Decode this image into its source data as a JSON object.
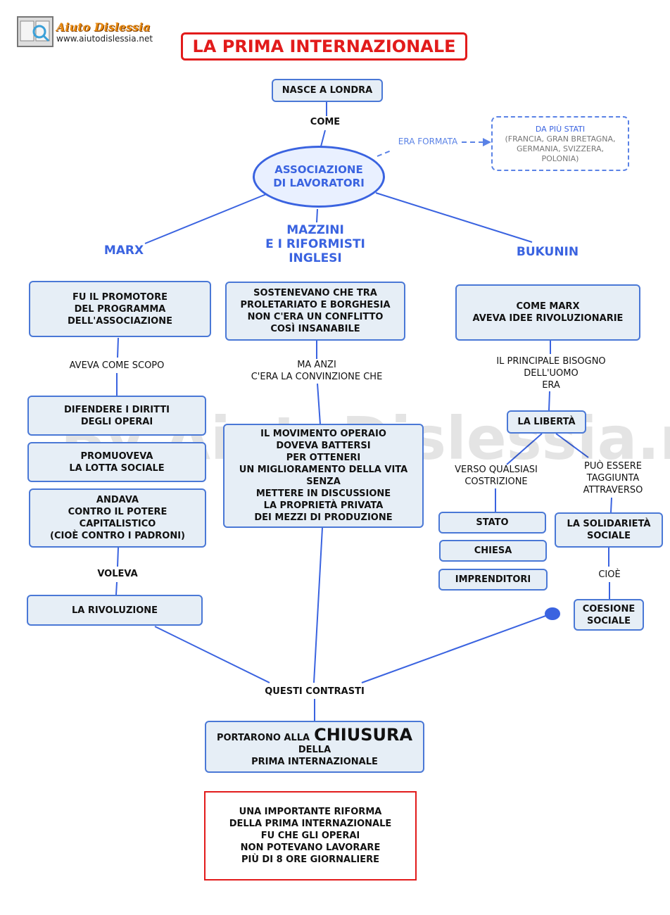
{
  "logo": {
    "name": "Aiuto Dislessia",
    "url": "www.aiutodislessia.net"
  },
  "title": "LA PRIMA INTERNAZIONALE",
  "watermark": "By AiutoDislessia.net",
  "nodes": {
    "nasce": "NASCE A LONDRA",
    "come_label": "COME",
    "associazione": "ASSOCIAZIONE\nDI LAVORATORI",
    "era_formata": "ERA FORMATA",
    "stati_head": "DA PIÙ STATI",
    "stati_list": "(FRANCIA, GRAN BRETAGNA,\nGERMANIA, SVIZZERA,\nPOLONIA)",
    "marx": "MARX",
    "mazzini": "MAZZINI\nE I RIFORMISTI\nINGLESI",
    "bukunin": "BUKUNIN",
    "promotore": "FU IL PROMOTORE\nDEL PROGRAMMA\nDELL'ASSOCIAZIONE",
    "sostenevano": "SOSTENEVANO CHE TRA\nPROLETARIATO E BORGHESIA\nNON C'ERA UN CONFLITTO\nCOSÌ INSANABILE",
    "come_marx": "COME MARX\nAVEVA IDEE RIVOLUZIONARIE",
    "scopo_label": "AVEVA COME SCOPO",
    "ma_anzi_label": "MA ANZI\nC'ERA LA CONVINZIONE CHE",
    "bisogno_label": "IL PRINCIPALE BISOGNO\nDELL'UOMO\nERA",
    "difendere": "DIFENDERE I DIRITTI\nDEGLI OPERAI",
    "promuoveva": "PROMUOVEVA\nLA LOTTA SOCIALE",
    "andava": "ANDAVA\nCONTRO IL POTERE\nCAPITALISTICO\n(CIOÈ CONTRO I PADRONI)",
    "movimento": "IL MOVIMENTO OPERAIO\nDOVEVA BATTERSI\nPER OTTENERI\nUN MIGLIORAMENTO DELLA VITA\nSENZA\nMETTERE IN DISCUSSIONE\nLA PROPRIETÀ PRIVATA\nDEI MEZZI DI PRODUZIONE",
    "liberta": "LA LIBERTÀ",
    "verso_label": "VERSO QUALSIASI\nCOSTRIZIONE",
    "puo_label": "PUÒ ESSERE\nTAGGIUNTA\nATTRAVERSO",
    "stato": "STATO",
    "chiesa": "CHIESA",
    "imprenditori": "IMPRENDITORI",
    "solidarieta": "LA SOLIDARIETÀ\nSOCIALE",
    "cioe_label": "CIOÈ",
    "coesione": "COESIONE\nSOCIALE",
    "voleva_label": "VOLEVA",
    "rivoluzione": "LA RIVOLUZIONE",
    "contrasti_label": "QUESTI CONTRASTI",
    "portarono_pre": "PORTARONO ALLA",
    "chiusura": "CHIUSURA",
    "portarono_post": "DELLA\nPRIMA INTERNAZIONALE",
    "riforma": "UNA IMPORTANTE RIFORMA\nDELLA PRIMA INTERNAZIONALE\nFU CHE GLI OPERAI\nNON POTEVANO LAVORARE\nPIÙ DI 8 ORE GIORNALIERE"
  },
  "colors": {
    "node_fill": "#e6eef6",
    "node_border": "#4a78d6",
    "connector": "#3a63e0",
    "title_red": "#e21b1b",
    "accent_blue": "#3a63e0",
    "muted_text": "#777777"
  }
}
